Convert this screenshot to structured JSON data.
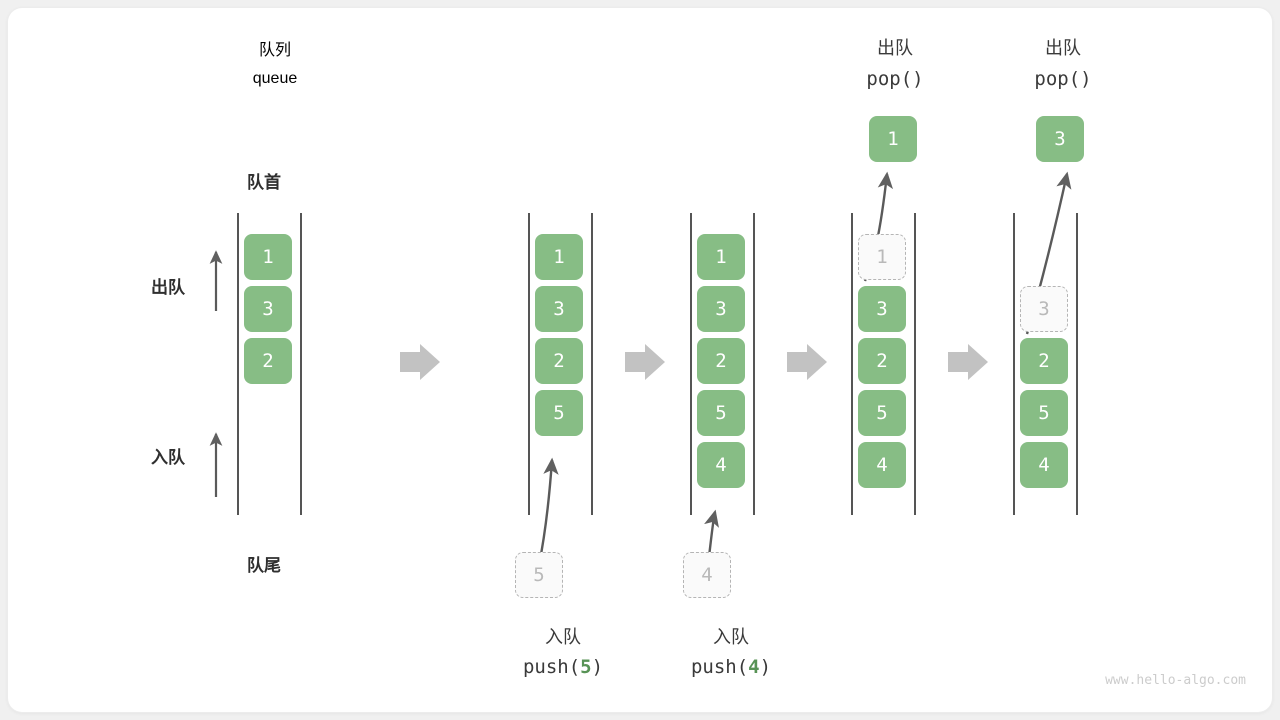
{
  "diagram": {
    "title_cn": "队列",
    "title_en": "queue",
    "head_label": "队首",
    "tail_label": "队尾",
    "dequeue_label": "出队",
    "enqueue_label": "入队",
    "watermark": "www.hello-algo.com",
    "accent_color": "#5d9e5d",
    "box_color": "#87bd85",
    "ghost_color": "#b9b9b9",
    "arrow_color": "#c0c0c0"
  },
  "stages": [
    {
      "name": "initial-queue",
      "items": [
        {
          "value": "1",
          "ghost": false
        },
        {
          "value": "3",
          "ghost": false
        },
        {
          "value": "2",
          "ghost": false
        }
      ],
      "empty_slots_top": 0
    },
    {
      "name": "after-push-5",
      "items": [
        {
          "value": "1",
          "ghost": false
        },
        {
          "value": "3",
          "ghost": false
        },
        {
          "value": "2",
          "ghost": false
        },
        {
          "value": "5",
          "ghost": false
        }
      ],
      "incoming": {
        "value": "5",
        "op_cn": "入队",
        "op_code_prefix": "push(",
        "op_code_num": "5",
        "op_code_suffix": ")"
      }
    },
    {
      "name": "after-push-4",
      "items": [
        {
          "value": "1",
          "ghost": false
        },
        {
          "value": "3",
          "ghost": false
        },
        {
          "value": "2",
          "ghost": false
        },
        {
          "value": "5",
          "ghost": false
        },
        {
          "value": "4",
          "ghost": false
        }
      ],
      "incoming": {
        "value": "4",
        "op_cn": "入队",
        "op_code_prefix": "push(",
        "op_code_num": "4",
        "op_code_suffix": ")"
      }
    },
    {
      "name": "after-pop-1",
      "items": [
        {
          "value": "1",
          "ghost": true
        },
        {
          "value": "3",
          "ghost": false
        },
        {
          "value": "2",
          "ghost": false
        },
        {
          "value": "5",
          "ghost": false
        },
        {
          "value": "4",
          "ghost": false
        }
      ],
      "outgoing": {
        "value": "1",
        "op_cn": "出队",
        "op_code": "pop()"
      }
    },
    {
      "name": "after-pop-3",
      "items": [
        {
          "value": "",
          "ghost": null
        },
        {
          "value": "3",
          "ghost": true
        },
        {
          "value": "2",
          "ghost": false
        },
        {
          "value": "5",
          "ghost": false
        },
        {
          "value": "4",
          "ghost": false
        }
      ],
      "outgoing": {
        "value": "3",
        "op_cn": "出队",
        "op_code": "pop()"
      }
    }
  ],
  "flow_arrows": 4
}
